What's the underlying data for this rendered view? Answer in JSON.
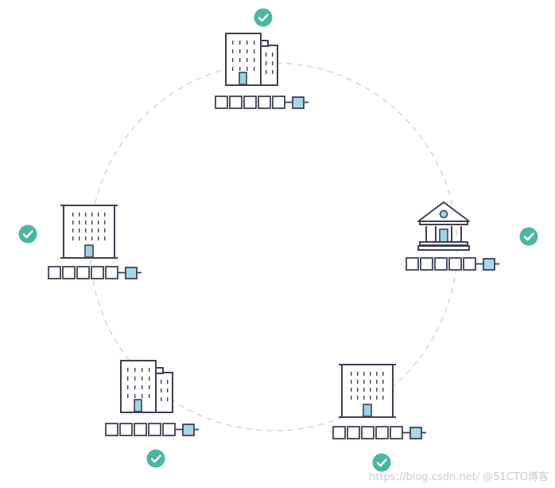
{
  "diagram": {
    "colors": {
      "stroke": "#3d4156",
      "check": "#4db6a2",
      "block": "#a7d8e8",
      "ring": "#d4d7db",
      "door": "#9fd3e3"
    },
    "nodes": [
      {
        "id": "node-top",
        "building": "office-tower-icon",
        "verified": true,
        "chain_blocks": 5
      },
      {
        "id": "node-right",
        "building": "bank-icon",
        "verified": true,
        "chain_blocks": 5
      },
      {
        "id": "node-bottom-right",
        "building": "office-building-icon",
        "verified": true,
        "chain_blocks": 5
      },
      {
        "id": "node-bottom-left",
        "building": "office-tower-icon",
        "verified": true,
        "chain_blocks": 5
      },
      {
        "id": "node-left",
        "building": "office-building-icon",
        "verified": true,
        "chain_blocks": 5
      }
    ]
  },
  "watermark": "https://blog.csdn.net/ @51CTO博客"
}
